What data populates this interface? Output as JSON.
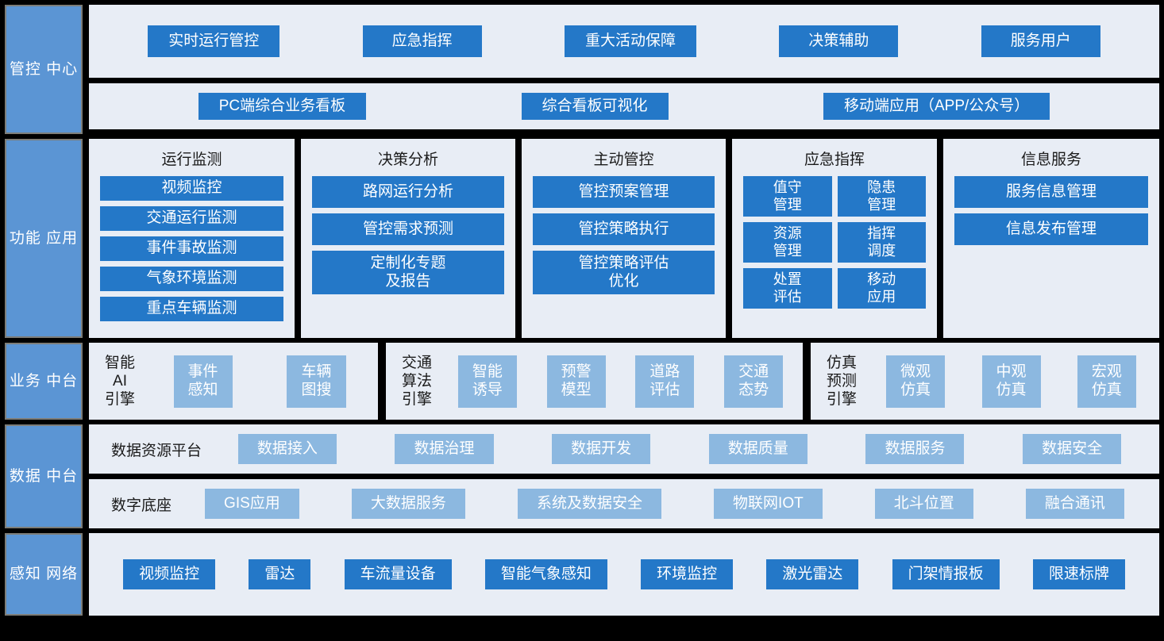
{
  "colors": {
    "background": "#000000",
    "panel": "#e8edf5",
    "chip_primary": "#2478c8",
    "chip_light": "#8cb8e0",
    "side_label": "#5b95d4",
    "side_label_border": "#7d7d78",
    "text_dark": "#1a1a1a",
    "text_light": "#ffffff"
  },
  "layers": [
    {
      "key": "control_center",
      "label": "管控\n中心",
      "rows": [
        {
          "key": "scenarios",
          "chips": [
            "实时运行管控",
            "应急指挥",
            "重大活动保障",
            "决策辅助",
            "服务用户"
          ]
        },
        {
          "key": "terminals",
          "chips": [
            "PC端综合业务看板",
            "综合看板可视化",
            "移动端应用（APP/公众号）"
          ]
        }
      ]
    },
    {
      "key": "functional_applications",
      "label": "功能\n应用",
      "columns": [
        {
          "title": "运行监测",
          "layout": "list",
          "items": [
            "视频监控",
            "交通运行监测",
            "事件事故监测",
            "气象环境监测",
            "重点车辆监测"
          ]
        },
        {
          "title": "决策分析",
          "layout": "list",
          "items": [
            "路网运行分析",
            "管控需求预测",
            "定制化专题\n及报告"
          ]
        },
        {
          "title": "主动管控",
          "layout": "list",
          "items": [
            "管控预案管理",
            "管控策略执行",
            "管控策略评估\n优化"
          ]
        },
        {
          "title": "应急指挥",
          "layout": "grid",
          "items": [
            "值守\n管理",
            "隐患\n管理",
            "资源\n管理",
            "指挥\n调度",
            "处置\n评估",
            "移动\n应用"
          ]
        },
        {
          "title": "信息服务",
          "layout": "list",
          "items": [
            "服务信息管理",
            "信息发布管理"
          ]
        }
      ]
    },
    {
      "key": "business_platform",
      "label": "业务\n中台",
      "engines": [
        {
          "name": "智能\nAI\n引擎",
          "items": [
            "事件\n感知",
            "车辆\n图搜"
          ]
        },
        {
          "name": "交通\n算法\n引擎",
          "items": [
            "智能\n诱导",
            "预警\n模型",
            "道路\n评估",
            "交通\n态势"
          ]
        },
        {
          "name": "仿真\n预测\n引擎",
          "items": [
            "微观\n仿真",
            "中观\n仿真",
            "宏观\n仿真"
          ]
        }
      ]
    },
    {
      "key": "data_platform",
      "label": "数据\n中台",
      "rows": [
        {
          "name": "数据资源平台",
          "items": [
            "数据接入",
            "数据治理",
            "数据开发",
            "数据质量",
            "数据服务",
            "数据安全"
          ]
        },
        {
          "name": "数字底座",
          "items": [
            "GIS应用",
            "大数据服务",
            "系统及数据安全",
            "物联网IOT",
            "北斗位置",
            "融合通讯"
          ]
        }
      ]
    },
    {
      "key": "perception_network",
      "label": "感知\n网络",
      "items": [
        "视频监控",
        "雷达",
        "车流量设备",
        "智能气象感知",
        "环境监控",
        "激光雷达",
        "门架情报板",
        "限速标牌"
      ]
    }
  ]
}
